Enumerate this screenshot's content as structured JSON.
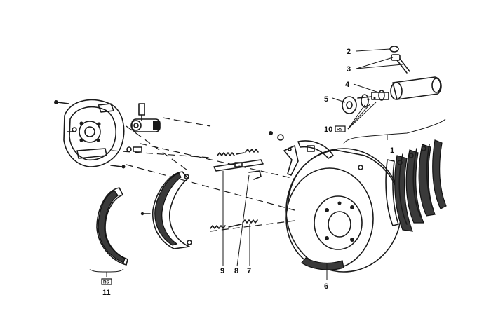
{
  "callouts": {
    "c1": "1",
    "c2": "2",
    "c3": "3",
    "c4": "4",
    "c5": "5",
    "c6": "6",
    "c7": "7",
    "c8": "8",
    "c9": "9",
    "c10": "10",
    "c11": "11"
  },
  "badges": {
    "part10": "RS",
    "part11": "RS"
  },
  "colors": {
    "ink": "#1a1a1a",
    "background": "#ffffff"
  }
}
